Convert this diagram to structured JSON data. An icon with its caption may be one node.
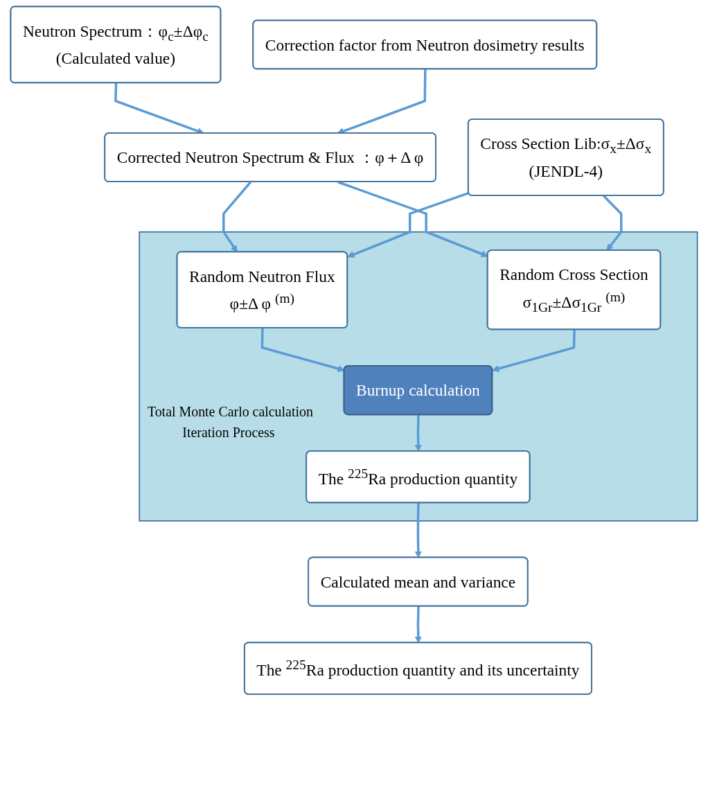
{
  "diagram": {
    "nodes": [
      {
        "text": [
          "Neutron Spectrum：φ$_{c}$±Δφ$_{c}$",
          "(Calculated value)"
        ]
      },
      {
        "text": [
          "Correction factor from Neutron dosimetry results"
        ]
      },
      {
        "text": [
          "Corrected Neutron Spectrum & Flux ：φ＋Δ φ"
        ]
      },
      {
        "text": [
          "Cross Section Lib:σ$_{x}$±Δσ$_{x}$",
          "(JENDL-4)"
        ]
      },
      {
        "text": [
          "Total Monte Carlo calculation",
          "Iteration Process"
        ]
      },
      {
        "text": [
          "Random Neutron Flux",
          "φ±Δ φ $^{(m)}$"
        ],
        "in": 4
      },
      {
        "text": [
          "Random Cross Section",
          "σ$_{1Gr}$±Δσ$_{1Gr}$ $^{(m)}$"
        ],
        "in": 4
      },
      {
        "text": [
          "Burnup calculation"
        ],
        "in": 4
      },
      {
        "text": [
          "The $^{225}$Ra production quantity"
        ],
        "in": 4
      },
      {
        "text": [
          "Calculated mean and variance"
        ]
      },
      {
        "text": [
          "The $^{225}$Ra production quantity and its uncertainty"
        ]
      }
    ],
    "edges": [
      {
        "from": 0,
        "to": 2,
        "arrow": "to"
      },
      {
        "from": 1,
        "to": 2,
        "arrow": "to"
      },
      {
        "from": 2,
        "to": 5,
        "arrow": "to"
      },
      {
        "from": 2,
        "to": 6,
        "arrow": "to"
      },
      {
        "from": 3,
        "to": 5,
        "arrow": "to"
      },
      {
        "from": 3,
        "to": 6,
        "arrow": "to"
      },
      {
        "from": 5,
        "to": 7,
        "arrow": "to"
      },
      {
        "from": 6,
        "to": 7,
        "arrow": "to"
      },
      {
        "from": 7,
        "to": 8,
        "arrow": "to"
      },
      {
        "from": 8,
        "to": 9,
        "arrow": "to"
      },
      {
        "from": 9,
        "to": 10,
        "arrow": "to"
      }
    ]
  }
}
